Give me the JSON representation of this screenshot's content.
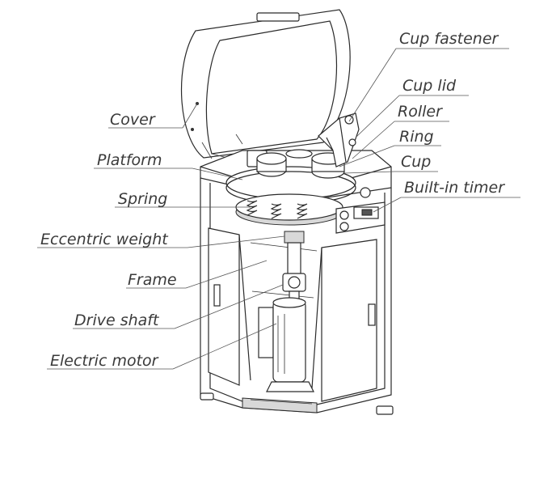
{
  "labels": {
    "cup_fastener": "Cup fastener",
    "cup_lid": "Cup lid",
    "roller": "Roller",
    "ring": "Ring",
    "cup": "Cup",
    "built_in_timer": "Built-in timer",
    "cover": "Cover",
    "platform": "Platform",
    "spring": "Spring",
    "eccentric_weight": "Eccentric weight",
    "frame": "Frame",
    "drive_shaft": "Drive shaft",
    "electric_motor": "Electric motor"
  }
}
